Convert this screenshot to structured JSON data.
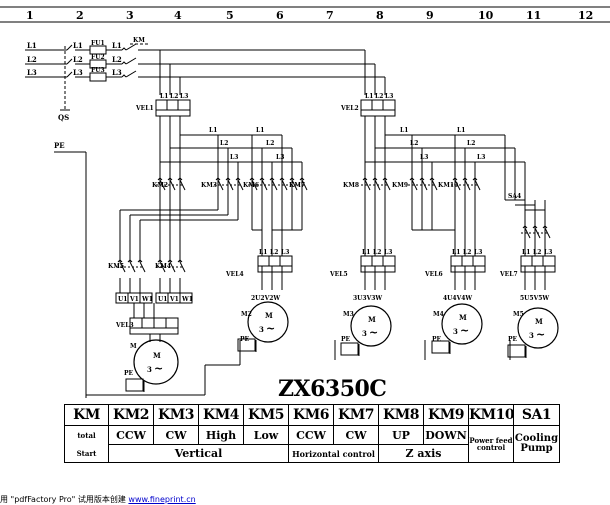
{
  "column_numbers": [
    "1",
    "2",
    "3",
    "4",
    "5",
    "6",
    "7",
    "8",
    "9",
    "10",
    "11",
    "12"
  ],
  "supply": {
    "phases": [
      "L1",
      "L2",
      "L3"
    ],
    "fuses": [
      "FU1",
      "FU2",
      "FU3"
    ],
    "switch_label": "QS",
    "main_contactor": "KM",
    "pe": "PE"
  },
  "relays": {
    "vel1": "VEL1",
    "vel2": "VEL2",
    "vel3": "VEL3",
    "vel4": "VEL4",
    "vel5": "VEL5",
    "vel6": "VEL6",
    "vel7": "VEL7"
  },
  "bus": {
    "l1": "L1",
    "l2": "L2",
    "l3": "L3"
  },
  "contactors": {
    "km2": "KM2",
    "km3": "KM3",
    "km4": "KM4",
    "km5": "KM5",
    "km6": "KM6",
    "km7": "KM7",
    "km8": "KM8",
    "km9": "KM9",
    "km10": "KM10",
    "sa4": "SA4"
  },
  "terminals": {
    "m1_low": [
      "U1",
      "V1",
      "W1"
    ],
    "m1_high": [
      "U1",
      "V1",
      "W1"
    ],
    "m2": "2U2V2W",
    "m3": "3U3V3W",
    "m4": "4U4V4W",
    "m5": "5U5V5W"
  },
  "motors": {
    "m1": "M",
    "m2": "M2",
    "m3": "M3",
    "m4": "M4",
    "m5": "M5",
    "motor_letter": "M",
    "phase": "3",
    "tilde": "~"
  },
  "title": "ZX6350C",
  "legend": {
    "codes": [
      "KM",
      "KM2",
      "KM3",
      "KM4",
      "KM5",
      "KM6",
      "KM7",
      "KM8",
      "KM9",
      "KM10",
      "SA1"
    ],
    "functions": [
      "total",
      "CCW",
      "CW",
      "High",
      "Low",
      "CCW",
      "CW",
      "UP",
      "DOWN",
      "Power feed control",
      "Cooling Pump"
    ],
    "km_row3": "Start",
    "group_vertical": "Vertical",
    "group_horizontal": "Horizontal control",
    "group_z": "Z axis"
  },
  "footer": {
    "text": "用 \"pdfFactory Pro\" 试用版本创建",
    "link": "www.fineprint.cn"
  }
}
